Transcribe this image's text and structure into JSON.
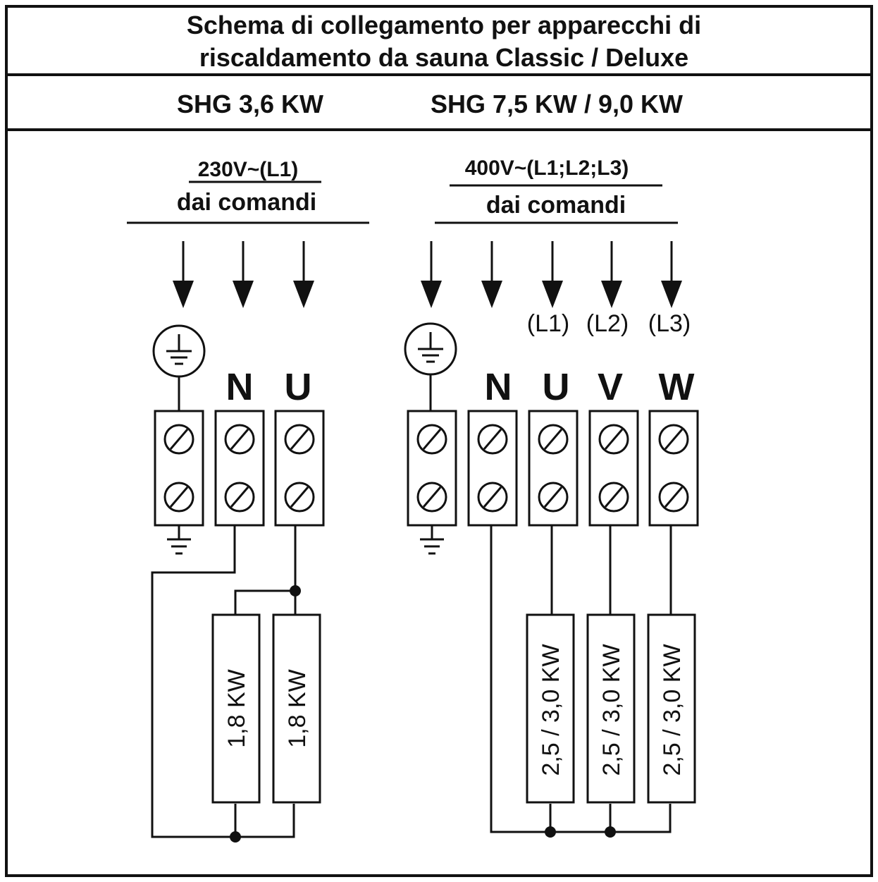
{
  "title": {
    "line1": "Schema di collegamento per apparecchi di",
    "line2": "riscaldamento da sauna Classic / Deluxe"
  },
  "models": {
    "left": "SHG 3,6 KW",
    "right": "SHG 7,5 KW / 9,0 KW"
  },
  "left_supply": {
    "voltage": "230V~(L1)",
    "source": "dai comandi",
    "terminals": [
      "N",
      "U"
    ],
    "heaters": [
      "1,8 KW",
      "1,8 KW"
    ]
  },
  "right_supply": {
    "voltage": "400V~(L1;L2;L3)",
    "source": "dai comandi",
    "phases": [
      "(L1)",
      "(L2)",
      "(L3)"
    ],
    "terminals": [
      "N",
      "U",
      "V",
      "W"
    ],
    "heaters": [
      "2,5 / 3,0 KW",
      "2,5 / 3,0 KW",
      "2,5 / 3,0 KW"
    ]
  }
}
